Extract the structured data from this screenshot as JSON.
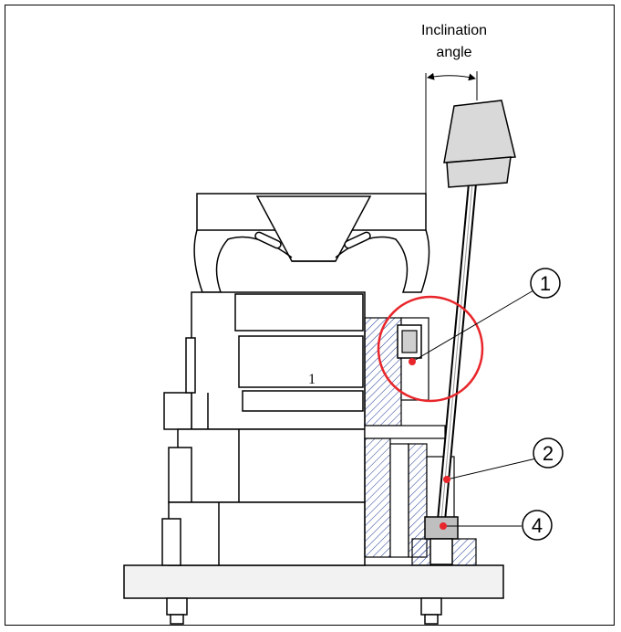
{
  "title_line1": "Inclination",
  "title_line2": "angle",
  "part_label_inner": "1",
  "callouts": [
    {
      "id": "callout-1",
      "number": "1"
    },
    {
      "id": "callout-2",
      "number": "2"
    },
    {
      "id": "callout-4",
      "number": "4"
    }
  ],
  "colors": {
    "line": "#000000",
    "marker": "#e8262b",
    "callout_ring": "#e8262b",
    "handle_grip": "#d9d9d9",
    "hatch": "#1f3a93",
    "base_fill": "#f2f2f2"
  },
  "icons": {
    "callout_marker": "red-dot-icon"
  }
}
